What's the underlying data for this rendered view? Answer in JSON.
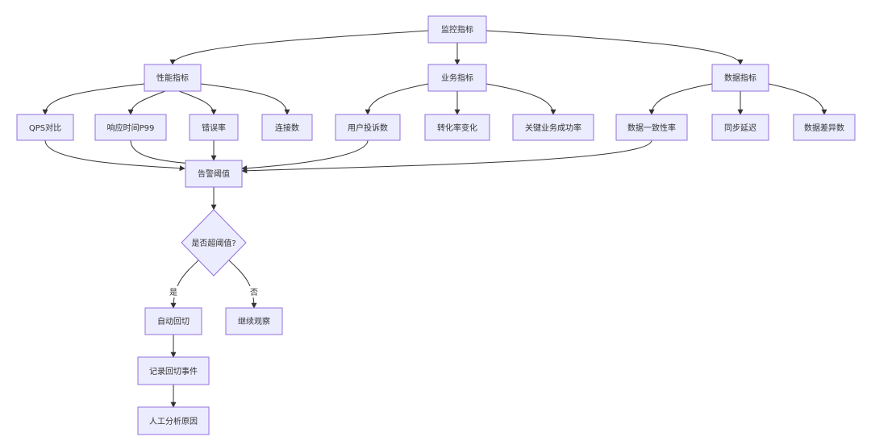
{
  "nodes": {
    "monitor": "监控指标",
    "perf": "性能指标",
    "biz": "业务指标",
    "data": "数据指标",
    "qps": "QPS对比",
    "p99": "响应时间P99",
    "err": "错误率",
    "conn": "连接数",
    "complaint": "用户投诉数",
    "conv": "转化率变化",
    "keybiz": "关键业务成功率",
    "consist": "数据一致性率",
    "sync": "同步延迟",
    "diff": "数据差异数",
    "alert": "告警阈值",
    "decision": "是否超阈值?",
    "auto": "自动回切",
    "observe": "继续观察",
    "record": "记录回切事件",
    "manual": "人工分析原因"
  },
  "edge_labels": {
    "yes": "是",
    "no": "否"
  },
  "edges": [
    [
      "monitor",
      "perf"
    ],
    [
      "monitor",
      "biz"
    ],
    [
      "monitor",
      "data"
    ],
    [
      "perf",
      "qps"
    ],
    [
      "perf",
      "p99"
    ],
    [
      "perf",
      "err"
    ],
    [
      "perf",
      "conn"
    ],
    [
      "biz",
      "complaint"
    ],
    [
      "biz",
      "conv"
    ],
    [
      "biz",
      "keybiz"
    ],
    [
      "data",
      "consist"
    ],
    [
      "data",
      "sync"
    ],
    [
      "data",
      "diff"
    ],
    [
      "qps",
      "alert"
    ],
    [
      "p99",
      "alert"
    ],
    [
      "err",
      "alert"
    ],
    [
      "complaint",
      "alert"
    ],
    [
      "consist",
      "alert"
    ],
    [
      "alert",
      "decision"
    ],
    [
      "decision",
      "auto",
      "yes"
    ],
    [
      "decision",
      "observe",
      "no"
    ],
    [
      "auto",
      "record"
    ],
    [
      "record",
      "manual"
    ]
  ]
}
